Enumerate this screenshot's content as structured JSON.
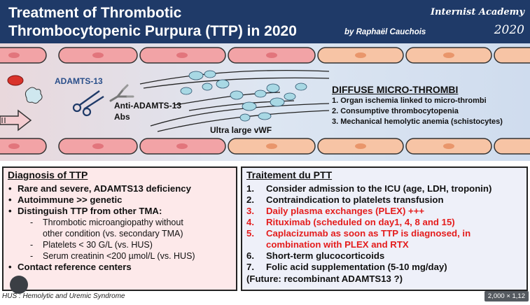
{
  "header": {
    "title_line1": "Treatment of Thrombotic",
    "title_line2": "Thrombocytopenic Purpura (TTP) in 2020",
    "byline": "by Raphaël Cauchois",
    "brand": "Internist Academy",
    "year": "2020"
  },
  "illustration": {
    "enzyme_label": "ADAMTS-13",
    "antibody_label_1": "Anti-ADAMTS-13",
    "antibody_label_2": "Abs",
    "vwf_label": "Ultra large vWF",
    "diffuse_title": "DIFFUSE MICRO-THROMBI",
    "diffuse_items": [
      "1. Organ ischemia linked to micro-thrombi",
      "2. Consumptive thrombocytopenia",
      "3. Mechanical hemolytic anemia (schistocytes)"
    ]
  },
  "diagnosis": {
    "title": "Diagnosis of TTP",
    "bullet": "•",
    "dash": "-",
    "items": [
      "Rare and severe, ADAMTS13 deficiency",
      "Autoimmune >> genetic",
      "Distinguish TTP from other TMA:"
    ],
    "subitems": [
      "Thrombotic microangiopathy without",
      "other condition (vs. secondary TMA)",
      "Platelets < 30 G/L (vs. HUS)",
      "Serum creatinin <200 µmol/L (vs. HUS)"
    ],
    "last_item": "Contact reference centers"
  },
  "treatment": {
    "title": "Traitement du PTT",
    "items": [
      {
        "num": "1.",
        "text": "Consider admission to the ICU (age, LDH, troponin)"
      },
      {
        "num": "2.",
        "text": "Contraindication to platelets transfusion"
      },
      {
        "num": "3.",
        "text": "Daily plasma exchanges (PLEX) +++"
      },
      {
        "num": "4.",
        "text": "Rituximab (scheduled on day1, 4, 8 and 15)"
      },
      {
        "num": "5.",
        "text": "Caplacizumab as soon as TTP is diagnosed, in"
      },
      {
        "num": "",
        "text": "combination with PLEX and RTX"
      },
      {
        "num": "6.",
        "text": "Short-term glucocorticoids"
      },
      {
        "num": "7.",
        "text": "Folic acid supplementation (5-10 mg/day)"
      }
    ],
    "future": "(Future: recombinant ADAMTS13 ?)"
  },
  "footnote": "HUS : Hemolytic and Uremic Syndrome",
  "badge": "2,000 × 1,12",
  "colors": {
    "header_bg": "#1f3a68",
    "vessel_bg": "#d8e3f1",
    "cell_pink": "#f2a3a6",
    "cell_peach": "#f7c4a5",
    "platelet": "#a8d8e4",
    "red_text": "#e41c1c",
    "left_box_bg": "#fde9ea",
    "right_box_bg": "#eef0f9"
  }
}
